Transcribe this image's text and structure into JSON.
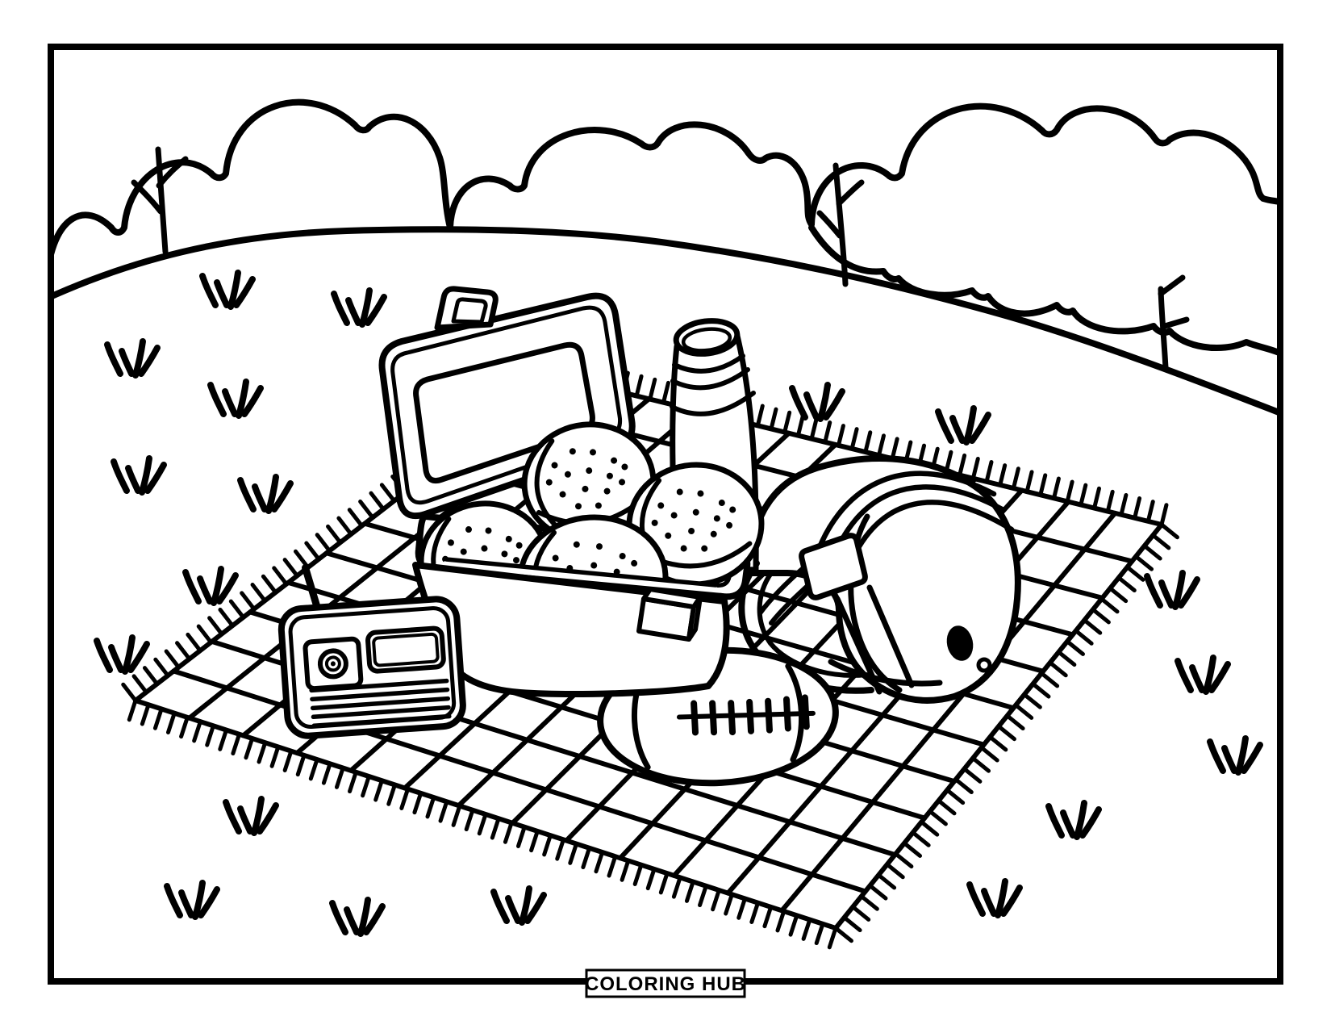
{
  "footer": {
    "brand": "COLORING HUB"
  },
  "colors": {
    "line": "#000000",
    "paper": "#ffffff"
  },
  "scene": {
    "elements": [
      "bushes-icon",
      "bare-tree-icon",
      "hill-line",
      "grass-tuft-icon",
      "picnic-blanket",
      "blanket-fringe",
      "football-helmet-icon",
      "football-icon",
      "thermos-icon",
      "cooler-lunchbox-icon",
      "sandwich-buns-icon",
      "portable-radio-icon"
    ]
  }
}
